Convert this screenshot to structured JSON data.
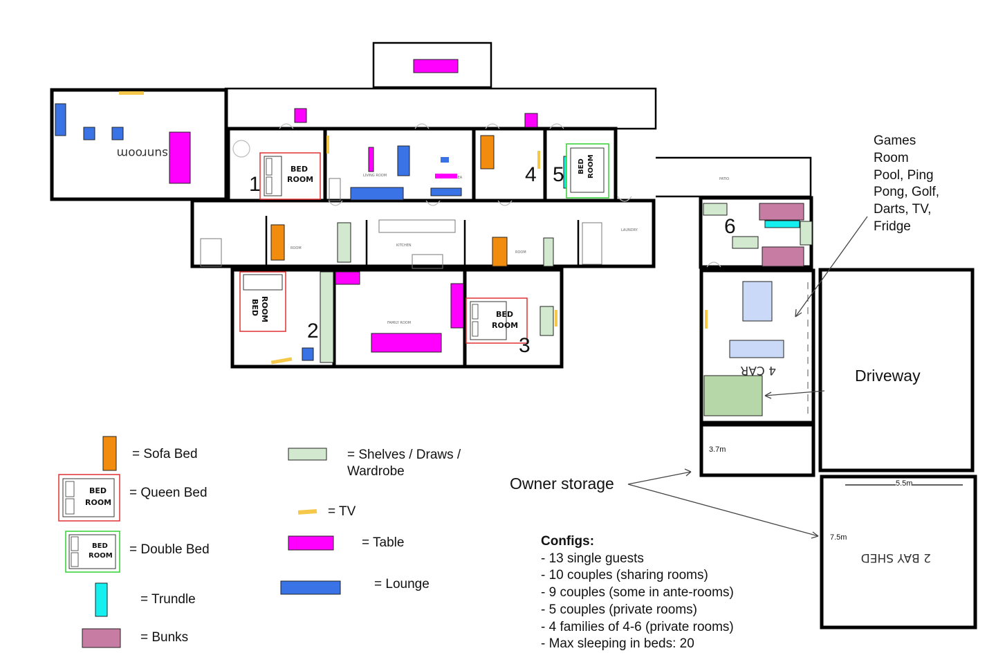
{
  "rooms": {
    "sunroom": "sunroom",
    "bed_room_label_1": "BED",
    "bed_room_label_2": "ROOM",
    "car_label": "4 CAR",
    "shed_label": "2 BAY SHED"
  },
  "room_numbers": [
    "1",
    "2",
    "3",
    "4",
    "5",
    "6"
  ],
  "annotations": {
    "games_room": [
      "Games",
      "Room",
      "Pool, Ping",
      "Pong, Golf,",
      "Darts, TV,",
      "Fridge"
    ],
    "driveway": "Driveway",
    "owner_storage": "Owner storage",
    "dim_3_7": "3.7m",
    "dim_5_5": "5.5m",
    "dim_7_5": "7.5m"
  },
  "legend": {
    "sofa_bed": "= Sofa Bed",
    "queen_bed": "= Queen Bed",
    "double_bed": "= Double Bed",
    "trundle": "= Trundle",
    "bunks": "= Bunks",
    "shelves_1": "= Shelves / Draws /",
    "shelves_2": "Wardrobe",
    "tv": "= TV",
    "table": "= Table",
    "lounge": "= Lounge"
  },
  "configs": {
    "title": "Configs:",
    "items": [
      "- 13 single guests",
      "- 10 couples (sharing rooms)",
      "- 9 couples (some in ante-rooms)",
      "- 5 couples (private rooms)",
      "- 4 families of 4-6 (private rooms)",
      "- Max sleeping in beds: 20"
    ]
  },
  "colors": {
    "sofa_bed": "#f28c0f",
    "queen_bed_border": "#e03131",
    "double_bed_border": "#2fd12f",
    "trundle": "#14f0f0",
    "bunks": "#c77da3",
    "shelves": "#d2e8cf",
    "tv": "#f5c84a",
    "table": "#ff00ff",
    "lounge": "#3a73e6",
    "driveway": "#ececec",
    "car_blue": "#c9d9f7",
    "car_green": "#b6d7a8"
  }
}
